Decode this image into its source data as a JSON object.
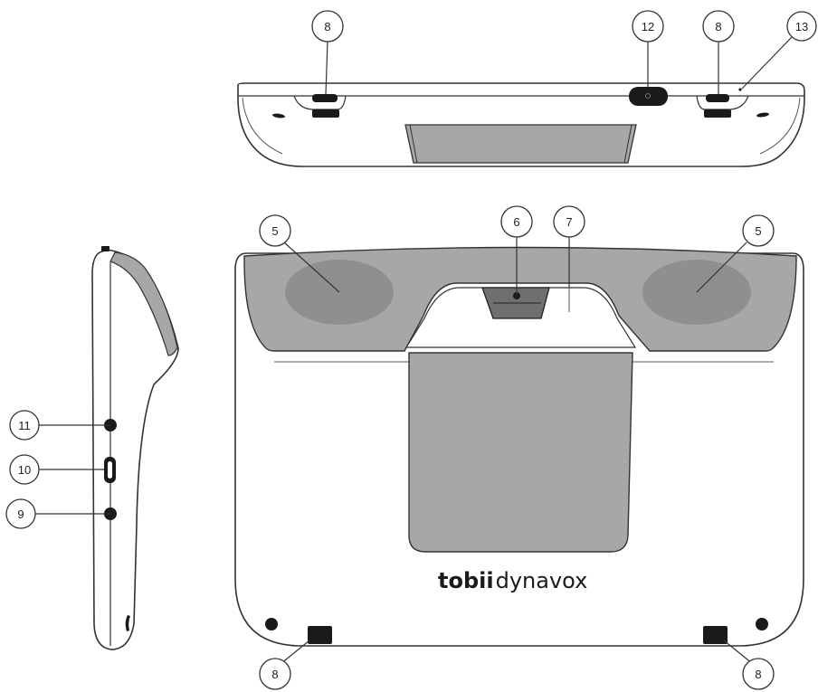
{
  "brand": {
    "bold": "tobii",
    "light": "dynavox"
  },
  "callouts": {
    "c8_top_left": "8",
    "c12": "12",
    "c8_top_right": "8",
    "c13": "13",
    "c5_left": "5",
    "c6": "6",
    "c7": "7",
    "c5_right": "5",
    "c11": "11",
    "c10": "10",
    "c9": "9",
    "c8_bottom_left": "8",
    "c8_bottom_right": "8"
  },
  "colors": {
    "outline": "#333333",
    "panel_gray": "#a7a7a7",
    "speaker_gray": "#8f8f8f",
    "dark": "#1a1a1a"
  }
}
